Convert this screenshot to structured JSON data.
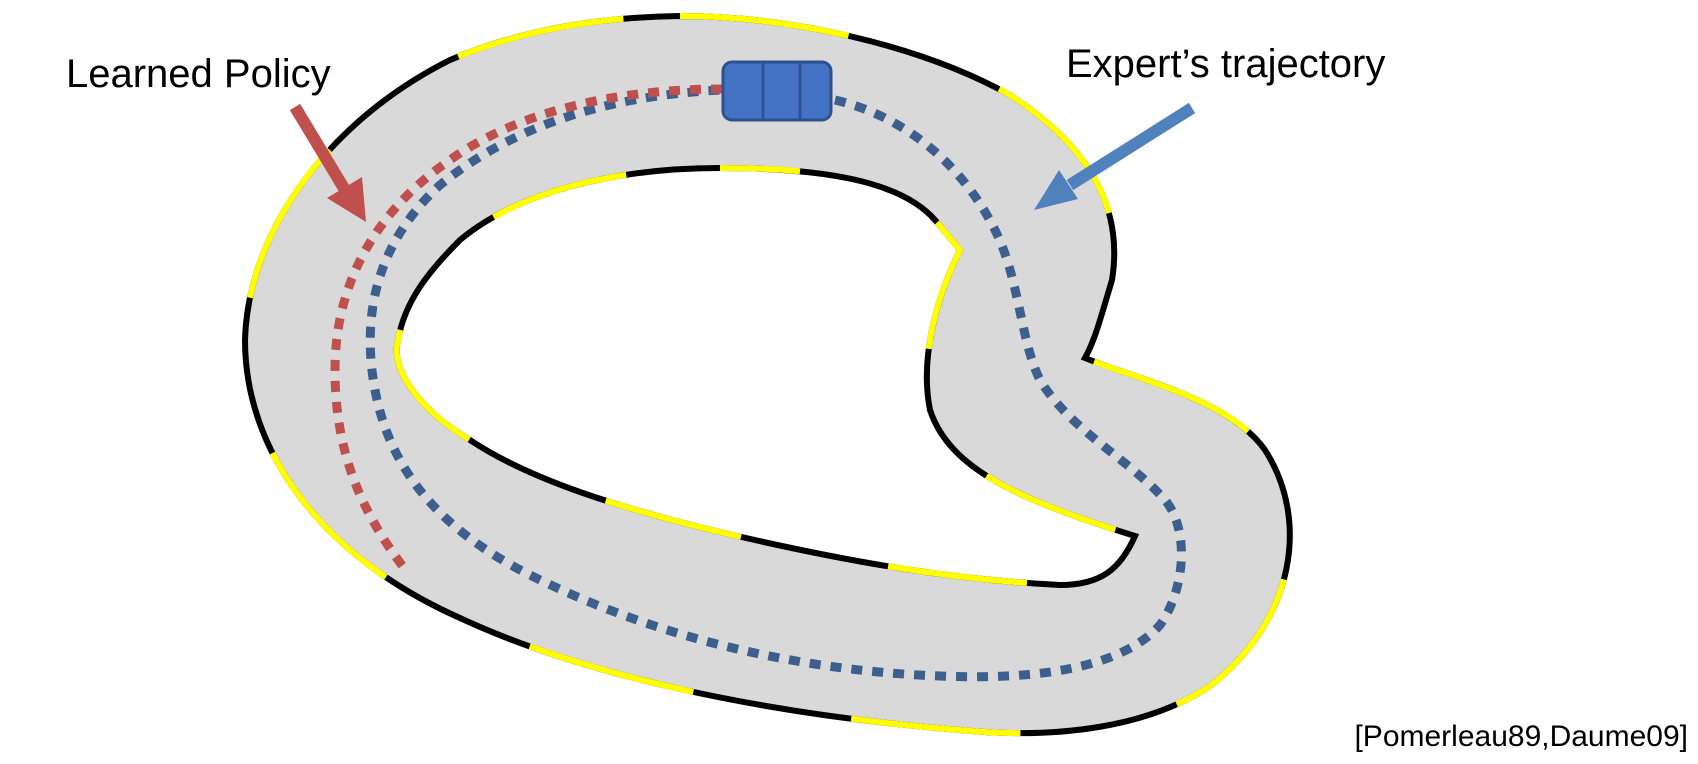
{
  "labels": {
    "learned_policy": "Learned Policy",
    "expert_trajectory": "Expert’s trajectory",
    "citation": "[Pomerleau89,Daume09]"
  },
  "colors": {
    "track_fill": "#d9d9d9",
    "edge_black": "#000000",
    "edge_yellow": "#ffff00",
    "learned_red": "#c0504d",
    "expert_blue": "#3c5f8e",
    "car_blue": "#4472c4",
    "car_outline": "#2f528f",
    "expert_arrow": "#4f81bd"
  }
}
